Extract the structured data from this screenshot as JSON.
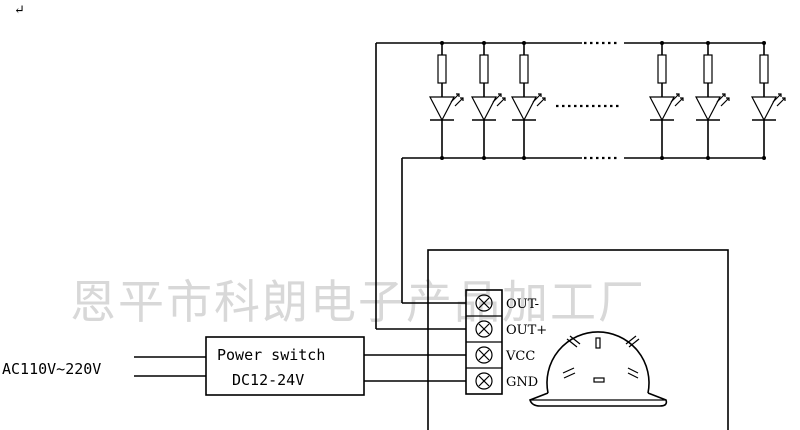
{
  "watermark": "恩平市科朗电子产品加工厂",
  "corner_mark": "↵",
  "input_voltage": "AC110V~220V",
  "power_supply": {
    "line1": "Power switch",
    "line2": "DC12-24V"
  },
  "terminals": [
    "OUT-",
    "OUT+",
    "VCC",
    "GND"
  ],
  "led_count_shown": 6
}
